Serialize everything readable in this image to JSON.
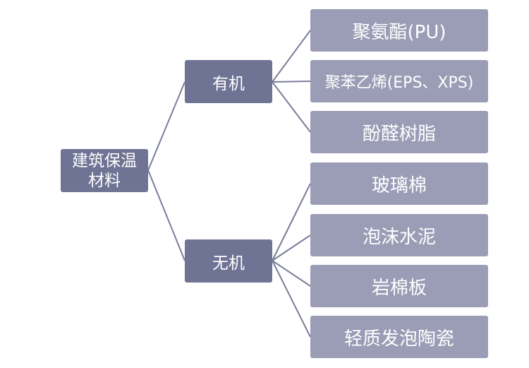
{
  "root": {
    "label": "建筑保温材料"
  },
  "branches": [
    {
      "label": "有机",
      "children": [
        "聚氨酯(PU)",
        "聚苯乙烯(EPS、XPS)",
        "酚醛树脂"
      ]
    },
    {
      "label": "无机",
      "children": [
        "玻璃棉",
        "泡沫水泥",
        "岩棉板",
        "轻质发泡陶瓷"
      ]
    }
  ],
  "colors": {
    "dark_node": "#6f7494",
    "light_node": "#9a9db5",
    "connector": "#7a7d9b",
    "text": "#ffffff"
  }
}
